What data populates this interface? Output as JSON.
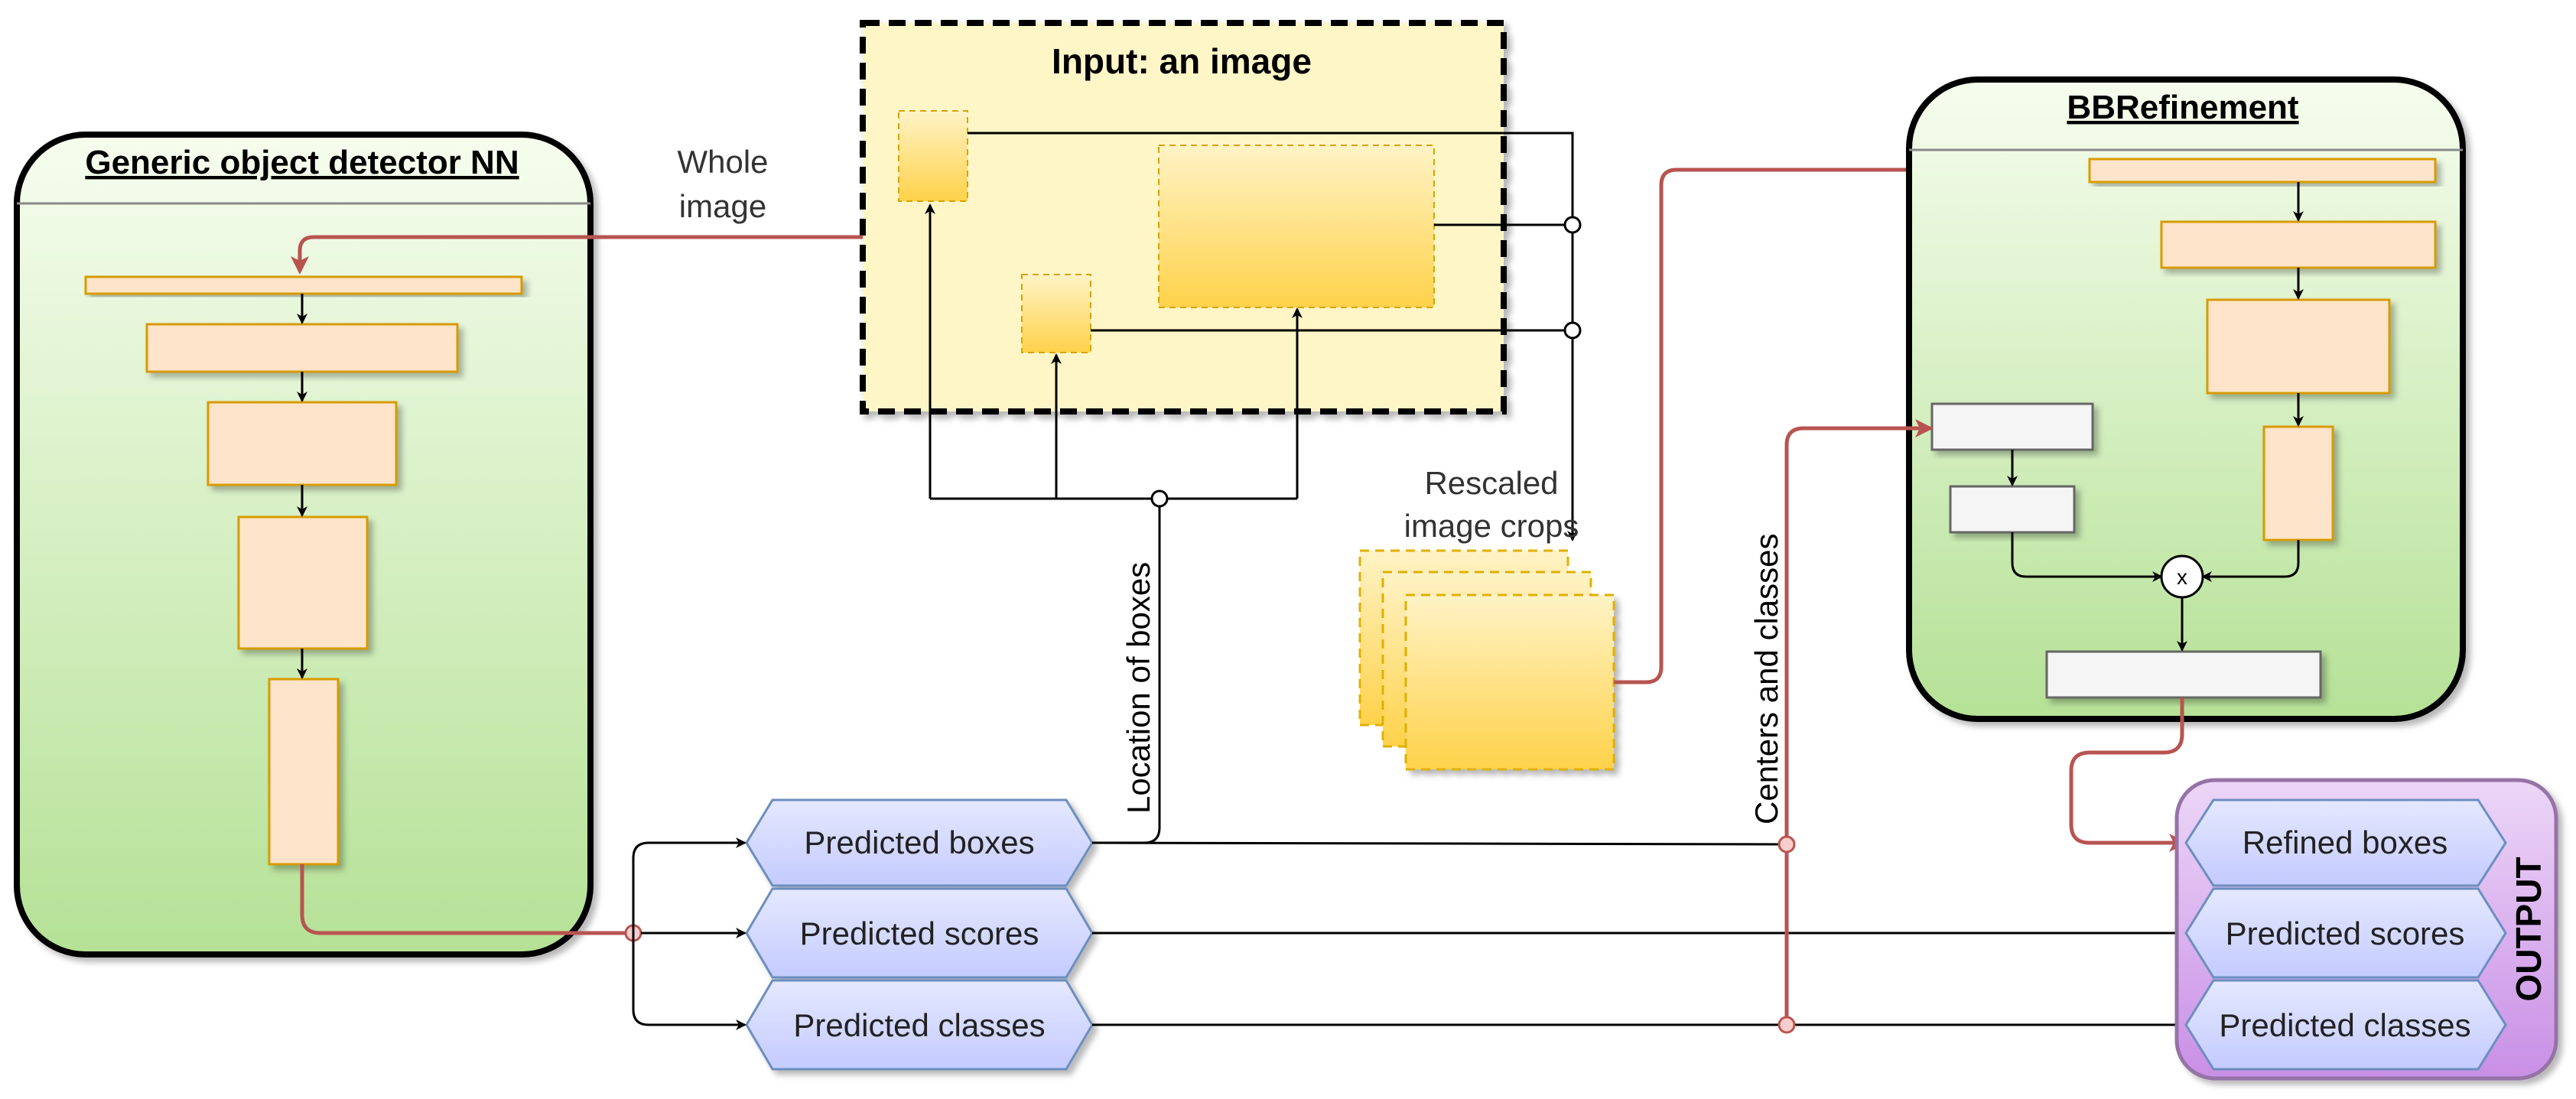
{
  "detector": {
    "title": "Generic object detector NN"
  },
  "input": {
    "title": "Input: an image"
  },
  "refinement": {
    "title": "BBRefinement"
  },
  "labels": {
    "whole_image": [
      "Whole",
      "image"
    ],
    "rescaled_crops": [
      "Rescaled",
      "image crops"
    ],
    "location_of_boxes": "Location of boxes",
    "centers_and_classes": "Centers and classes",
    "multiply_op": "x"
  },
  "predictions": {
    "boxes": "Predicted boxes",
    "scores": "Predicted scores",
    "classes": "Predicted classes"
  },
  "output": {
    "title": "OUTPUT",
    "refined_boxes": "Refined boxes",
    "scores": "Predicted scores",
    "classes": "Predicted classes"
  },
  "colors": {
    "panel_green_top": "#f3fce9",
    "panel_green_bottom": "#b7e39a",
    "layer_fill": "#ffe4cc",
    "layer_stroke": "#d79b00",
    "input_fill": "#fff8cc",
    "crop_yellow": "#ffd54a",
    "prediction_fill": "#d5dbff",
    "prediction_stroke": "#6c8ebf",
    "output_fill": "#d8a8ec",
    "output_stroke": "#9673a6",
    "red_connector": "#b85450",
    "connector": "#000000"
  }
}
